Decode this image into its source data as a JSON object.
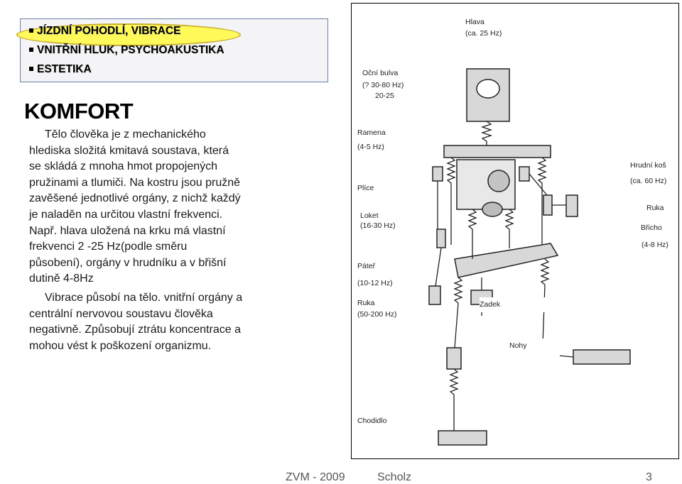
{
  "bullets": [
    "JÍZDNÍ POHODLÍ, VIBRACE",
    "VNITŘNÍ HLUK, PSYCHOAKUSTIKA",
    "ESTETIKA"
  ],
  "title": "KOMFORT",
  "paragraph_lines": [
    "Tělo člověka je z mechanického",
    "hlediska složitá kmitavá soustava, která",
    "se skládá z mnoha hmot propojených",
    "pružinami a tlumiči. Na kostru jsou pružně",
    "zavěšené jednotlivé orgány, z nichž každý",
    "je naladěn na určitou vlastní frekvenci.",
    "Např. hlava uložená na krku má vlastní",
    "frekvenci 2 -25 Hz(podle směru",
    "působení), orgány v hrudníku a v břišní",
    "dutině 4-8Hz"
  ],
  "paragraph2_lines": [
    "Vibrace působí na tělo. vnitřní orgány a",
    "centrální nervovou soustavu člověka",
    "negativně. Způsobují ztrátu koncentrace a",
    "mohou vést k poškození organizmu."
  ],
  "figure_labels": {
    "hlava": "Hlava",
    "hlava_freq": "(ca. 25 Hz)",
    "ocni": "Oční bulva",
    "ocni_freq1": "(? 30-80 Hz)",
    "ocni_freq2": "20-25",
    "ramena": "Ramena",
    "ramena_freq": "(4-5 Hz)",
    "hrudni": "Hrudní koš",
    "hrudni_freq": "(ca. 60 Hz)",
    "plice": "Plíce",
    "ruka": "Ruka",
    "loket": "Loket",
    "loket_freq": "(16-30 Hz)",
    "bricho": "Břicho",
    "bricho_freq": "(4-8 Hz)",
    "pater": "Páteř",
    "pater_freq": "(10-12 Hz)",
    "ruka2": "Ruka",
    "ruka2_freq": "(50-200 Hz)",
    "zadek": "Zadek",
    "nohy": "Nohy",
    "chodidlo": "Chodidlo"
  },
  "footer": {
    "left": "ZVM - 2009",
    "center": "Scholz",
    "page": "3"
  }
}
